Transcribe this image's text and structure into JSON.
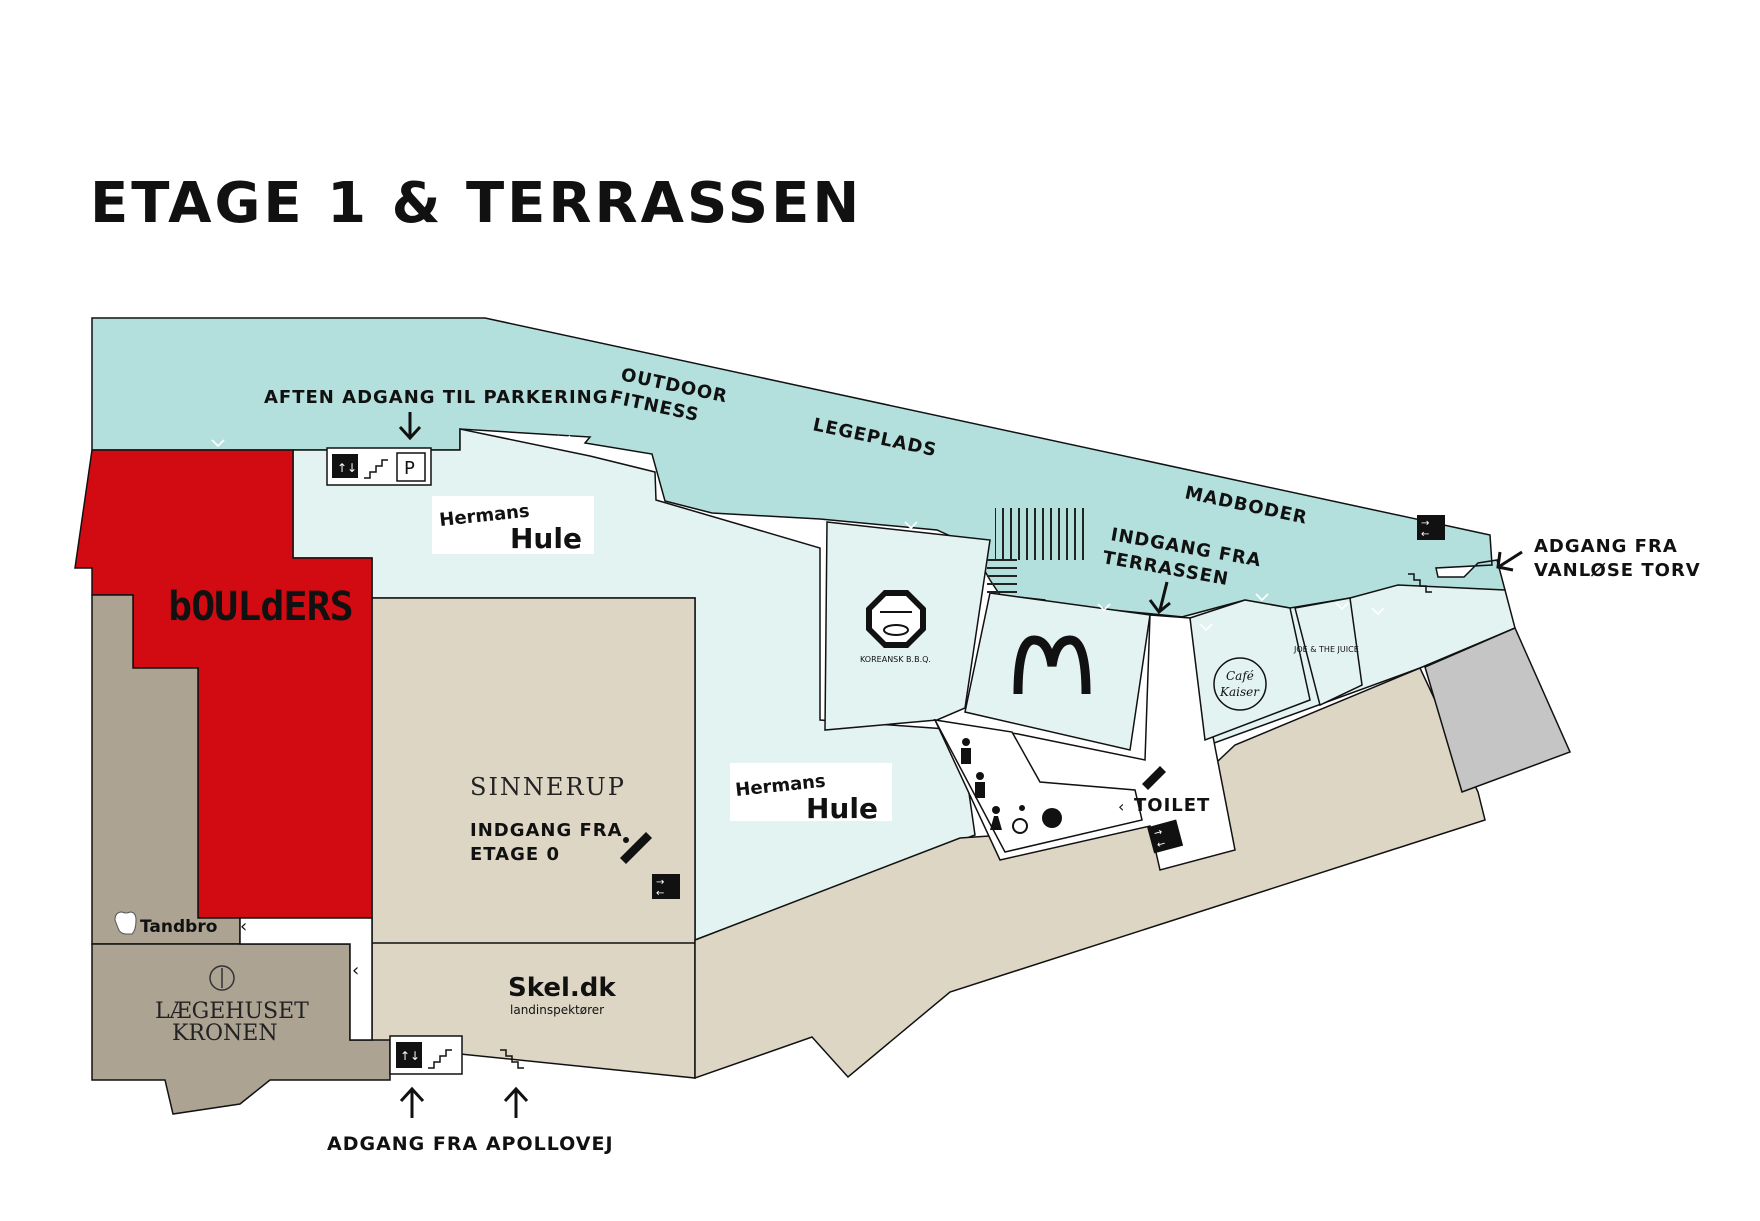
{
  "page": {
    "title": "ETAGE 1 & TERRASSEN"
  },
  "colors": {
    "terrace": "#b3e0dc",
    "indoor": "#e2f3f1",
    "shop": "#ded6c4",
    "medical": "#aca393",
    "boulders": "#d20b12",
    "inactive": "#c5c5c5",
    "outline": "#111111"
  },
  "labels": {
    "evening_parking": "AFTEN ADGANG TIL PARKERING",
    "outdoor_fitness_1": "OUTDOOR",
    "outdoor_fitness_2": "FITNESS",
    "playground": "LEGEPLADS",
    "food_stalls": "MADBODER",
    "terrace_entrance_1": "INDGANG FRA",
    "terrace_entrance_2": "TERRASSEN",
    "vanlose_access_1": "ADGANG FRA",
    "vanlose_access_2": "VANLØSE TORV",
    "floor0_entrance_1": "INDGANG FRA",
    "floor0_entrance_2": "ETAGE 0",
    "toilet": "TOILET",
    "apollovej_access": "ADGANG FRA APOLLOVEJ"
  },
  "stores": {
    "boulders": "bOULdERS",
    "hermans_top": "Hermans",
    "hule_top": "Hule",
    "hermans_mid": "Hermans",
    "hule_mid": "Hule",
    "sinnerup": "SINNERUP",
    "koreansk": "KOREANSK B.B.Q.",
    "cafe_1": "Café",
    "cafe_2": "Kaiser",
    "joe": "JOE & THE JUICE",
    "tandbro": "Tandbro",
    "laegehuset_1": "LÆGEHUSET",
    "laegehuset_2": "KRONEN",
    "skel": "Skel.dk",
    "skel_sub": "landinspektører",
    "parking_sign": "P"
  },
  "icons": [
    "elevator-icon",
    "stairs-icon",
    "parking-icon",
    "arrow-down-icon",
    "arrow-up-icon",
    "arrow-left-icon",
    "escalator-icon",
    "exit-icon",
    "toilet-man-icon",
    "toilet-woman-icon",
    "wheelchair-icon",
    "baby-change-icon",
    "caduceus-icon",
    "tooth-icon",
    "mcdonalds-logo"
  ]
}
